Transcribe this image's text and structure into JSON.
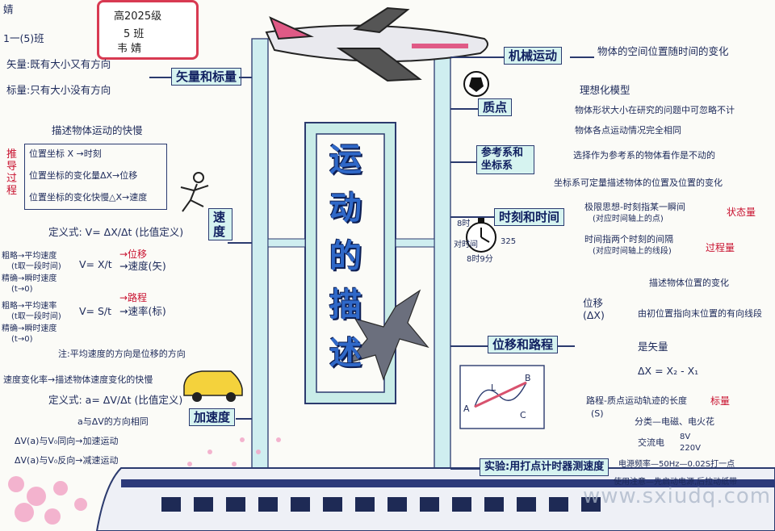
{
  "student": {
    "name_top": "婧",
    "class_top": "1一(5)班",
    "grade": "高2025级",
    "class": "5 班",
    "name": "韦 婧"
  },
  "title": [
    "运",
    "动",
    "的",
    "描",
    "述"
  ],
  "left": {
    "vector_topic": "矢量和标量",
    "vector_def": "矢量:既有大小又有方向",
    "scalar_def": "标量:只有大小没有方向",
    "speed_topic": "速度",
    "speed_desc": "描述物体运动的快慢",
    "deduce_label": "推导过程",
    "chain": [
      "位置坐标 X →时刻",
      "位置坐标的变化量ΔX→位移",
      "位置坐标的变化快慢△X→速度"
    ],
    "speed_formula": "定义式: V= ΔX/Δt (比值定义)",
    "avg_velocity": [
      "粗略→平均速度",
      "(t取一段时间)",
      "精确→瞬时速度",
      "(t→0)"
    ],
    "velocity_formula": "V= X/t",
    "velocity_tag": "→位移",
    "velocity_result": "→速度(矢)",
    "avg_speed": [
      "粗略→平均速率",
      "(t取一段时间)",
      "精确→瞬时速度",
      "(t→0)"
    ],
    "speed_formula2": "V= S/t",
    "speed_tag": "→路程",
    "speed_result": "→速率(标)",
    "note": "注:平均速度的方向是位移的方向",
    "acc_topic": "加速度",
    "acc_desc": "速度变化率→描述物体速度变化的快慢",
    "acc_formula": "定义式: a= ΔV/Δt (比值定义)",
    "acc_dir": "a与ΔV的方向相同",
    "acc_cases": [
      "ΔV(a)与V₀同向→加速运动",
      "ΔV(a)与V₀反向→减速运动"
    ]
  },
  "right": {
    "mech_topic": "机械运动",
    "mech_desc": "物体的空间位置随时间的变化",
    "particle_topic": "质点",
    "particle_model": "理想化模型",
    "particle_items": [
      "物体形状大小在研究的问题中可忽略不计",
      "物体各点运动情况完全相同"
    ],
    "ref_topic": "参考系和坐标系",
    "ref_items": [
      "选择作为参考系的物体看作是不动的",
      "坐标系可定量描述物体的位置及位置的变化"
    ],
    "time_topic": "时刻和时间",
    "clock_labels": [
      "8时",
      "对时间",
      "325",
      "8时9分"
    ],
    "time_items": [
      "极限思想-时刻指某一瞬间",
      "(对应时间轴上的点)",
      "时间指两个时刻的间隔",
      "(对应时间轴上的线段)"
    ],
    "time_tags": [
      "状态量",
      "过程量"
    ],
    "disp_topic": "位移和路程",
    "disp_label": "位移(ΔX)",
    "disp_items": [
      "描述物体位置的变化",
      "由初位置指向末位置的有向线段",
      "是矢量",
      "ΔX = X₂ - X₁"
    ],
    "path_label": "路程-质点运动轨迹的长度",
    "path_tag": "标量",
    "path_sym": "(S)",
    "diagram_labels": [
      "A",
      "B",
      "C",
      "L"
    ],
    "exp_topic": "实验:用打点计时器测速度",
    "exp_items": [
      "分类—电磁、电火花",
      "交流电",
      "8V",
      "220V",
      "电源频率—50Hz—0.02S打一点",
      "使用注意—先启动电源,后拉动纸带"
    ]
  },
  "watermark": "www.sxiudq.com"
}
